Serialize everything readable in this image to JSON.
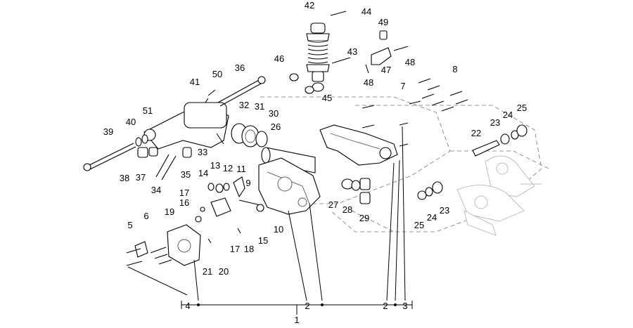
{
  "diagram": {
    "callouts": [
      "1",
      "2",
      "3",
      "4",
      "5",
      "6",
      "7",
      "8",
      "9",
      "10",
      "11",
      "12",
      "13",
      "14",
      "15",
      "16",
      "17",
      "18",
      "19",
      "20",
      "21",
      "22",
      "23",
      "24",
      "25",
      "26",
      "27",
      "28",
      "29",
      "30",
      "31",
      "32",
      "33",
      "34",
      "35",
      "36",
      "37",
      "38",
      "39",
      "40",
      "41",
      "42",
      "43",
      "44",
      "45",
      "46",
      "47",
      "48",
      "49",
      "50",
      "51"
    ],
    "bottom_bracket_labels": [
      "4",
      "2",
      "2",
      "3",
      "1"
    ]
  }
}
